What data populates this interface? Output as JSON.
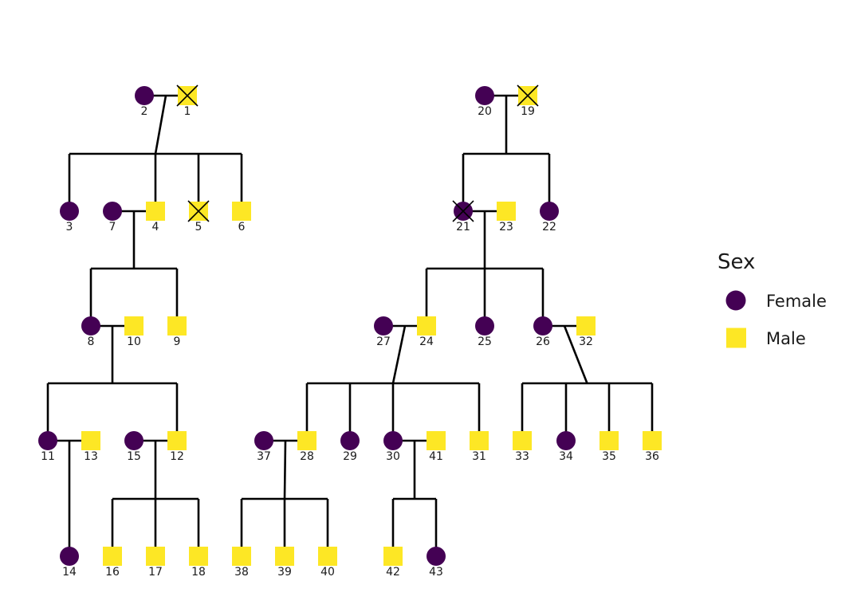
{
  "colors": {
    "female": "#440154",
    "male": "#FDE725",
    "line": "#000000",
    "text": "#1a1a1a"
  },
  "legend": {
    "title": "Sex",
    "items": [
      {
        "label": "Female",
        "sex": "female"
      },
      {
        "label": "Male",
        "sex": "male"
      }
    ]
  },
  "individuals": [
    {
      "id": "1",
      "sex": "male",
      "deceased": true
    },
    {
      "id": "2",
      "sex": "female",
      "deceased": false
    },
    {
      "id": "3",
      "sex": "female",
      "deceased": false
    },
    {
      "id": "4",
      "sex": "male",
      "deceased": false
    },
    {
      "id": "5",
      "sex": "male",
      "deceased": true
    },
    {
      "id": "6",
      "sex": "male",
      "deceased": false
    },
    {
      "id": "7",
      "sex": "female",
      "deceased": false
    },
    {
      "id": "8",
      "sex": "female",
      "deceased": false
    },
    {
      "id": "9",
      "sex": "male",
      "deceased": false
    },
    {
      "id": "10",
      "sex": "male",
      "deceased": false
    },
    {
      "id": "11",
      "sex": "female",
      "deceased": false
    },
    {
      "id": "12",
      "sex": "male",
      "deceased": false
    },
    {
      "id": "13",
      "sex": "male",
      "deceased": false
    },
    {
      "id": "14",
      "sex": "female",
      "deceased": false
    },
    {
      "id": "15",
      "sex": "female",
      "deceased": false
    },
    {
      "id": "16",
      "sex": "male",
      "deceased": false
    },
    {
      "id": "17",
      "sex": "male",
      "deceased": false
    },
    {
      "id": "18",
      "sex": "male",
      "deceased": false
    },
    {
      "id": "19",
      "sex": "male",
      "deceased": true
    },
    {
      "id": "20",
      "sex": "female",
      "deceased": false
    },
    {
      "id": "21",
      "sex": "female",
      "deceased": true
    },
    {
      "id": "22",
      "sex": "female",
      "deceased": false
    },
    {
      "id": "23",
      "sex": "male",
      "deceased": false
    },
    {
      "id": "24",
      "sex": "male",
      "deceased": false
    },
    {
      "id": "25",
      "sex": "female",
      "deceased": false
    },
    {
      "id": "26",
      "sex": "female",
      "deceased": false
    },
    {
      "id": "27",
      "sex": "female",
      "deceased": false
    },
    {
      "id": "28",
      "sex": "male",
      "deceased": false
    },
    {
      "id": "29",
      "sex": "female",
      "deceased": false
    },
    {
      "id": "30",
      "sex": "female",
      "deceased": false
    },
    {
      "id": "31",
      "sex": "male",
      "deceased": false
    },
    {
      "id": "32",
      "sex": "male",
      "deceased": false
    },
    {
      "id": "33",
      "sex": "male",
      "deceased": false
    },
    {
      "id": "34",
      "sex": "female",
      "deceased": false
    },
    {
      "id": "35",
      "sex": "male",
      "deceased": false
    },
    {
      "id": "36",
      "sex": "male",
      "deceased": false
    },
    {
      "id": "37",
      "sex": "female",
      "deceased": false
    },
    {
      "id": "38",
      "sex": "male",
      "deceased": false
    },
    {
      "id": "39",
      "sex": "male",
      "deceased": false
    },
    {
      "id": "40",
      "sex": "male",
      "deceased": false
    },
    {
      "id": "41",
      "sex": "male",
      "deceased": false
    },
    {
      "id": "42",
      "sex": "male",
      "deceased": false
    },
    {
      "id": "43",
      "sex": "female",
      "deceased": false
    }
  ],
  "families": [
    {
      "parents": [
        "2",
        "1"
      ],
      "children": [
        "3",
        "4",
        "5",
        "6"
      ]
    },
    {
      "parents": [
        "7",
        "4"
      ],
      "children": [
        "8",
        "9"
      ]
    },
    {
      "parents": [
        "8",
        "10"
      ],
      "children": [
        "11",
        "12"
      ]
    },
    {
      "parents": [
        "11",
        "13"
      ],
      "children": [
        "14"
      ]
    },
    {
      "parents": [
        "15",
        "12"
      ],
      "children": [
        "16",
        "17",
        "18"
      ]
    },
    {
      "parents": [
        "20",
        "19"
      ],
      "children": [
        "21",
        "22"
      ]
    },
    {
      "parents": [
        "21",
        "23"
      ],
      "children": [
        "24",
        "25",
        "26"
      ]
    },
    {
      "parents": [
        "27",
        "24"
      ],
      "children": [
        "28",
        "29",
        "30",
        "31"
      ]
    },
    {
      "parents": [
        "26",
        "32"
      ],
      "children": [
        "33",
        "34",
        "35",
        "36"
      ]
    },
    {
      "parents": [
        "37",
        "28"
      ],
      "children": [
        "38",
        "39",
        "40"
      ]
    },
    {
      "parents": [
        "30",
        "41"
      ],
      "children": [
        "42",
        "43"
      ]
    }
  ]
}
